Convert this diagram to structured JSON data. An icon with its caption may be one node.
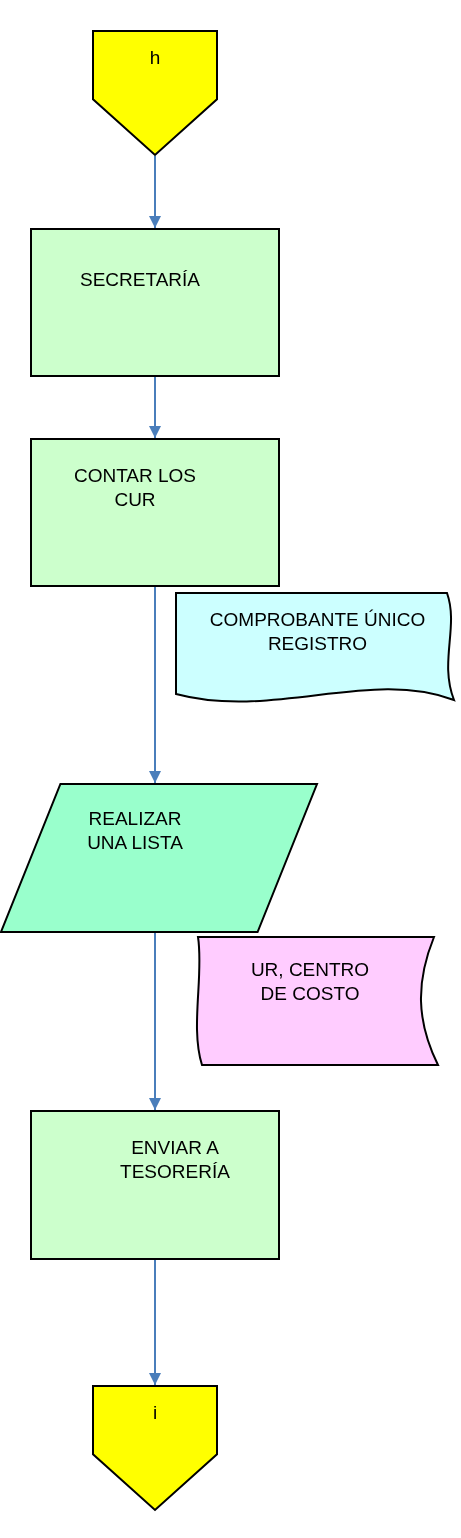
{
  "diagram": {
    "nodes": [
      {
        "text": [
          "h"
        ]
      },
      {
        "text": [
          "SECRETARÍA"
        ]
      },
      {
        "text": [
          "CONTAR LOS CUR"
        ]
      },
      {
        "text": [
          "COMPROBANTE ÚNICO REGISTRO"
        ]
      },
      {
        "text": [
          "REALIZAR UNA LISTA"
        ]
      },
      {
        "text": [
          "UR, CENTRO DE COSTO"
        ]
      },
      {
        "text": [
          "ENVIAR A TESORERÍA"
        ]
      },
      {
        "text": [
          "i"
        ]
      }
    ],
    "edges": [
      {
        "from": 0,
        "to": 1,
        "arrow": "to"
      },
      {
        "from": 1,
        "to": 2,
        "arrow": "to"
      },
      {
        "from": 2,
        "to": 4,
        "arrow": "to"
      },
      {
        "from": 4,
        "to": 6,
        "arrow": "to"
      },
      {
        "from": 6,
        "to": 7,
        "arrow": "to"
      }
    ]
  }
}
